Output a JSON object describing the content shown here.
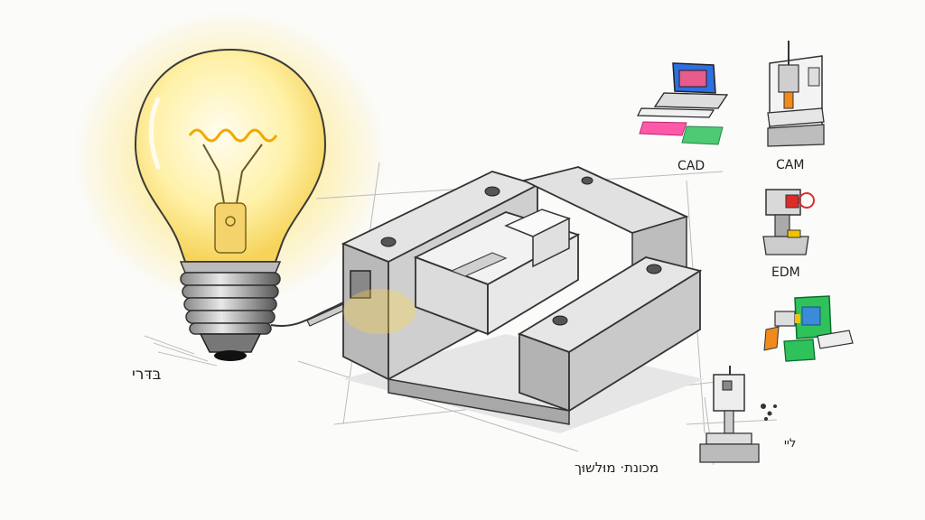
{
  "labels": {
    "cad": "CAD",
    "cam": "CAM",
    "edm": "EDM",
    "bulb_caption": "בּדּרי",
    "machine_caption": "מכונת· מוּלשוּך",
    "small_caption": "ליי"
  },
  "colors": {
    "background": "#fbfbfa",
    "bulb_glow": "#ffe46b",
    "filament": "#f2a900",
    "pencil": "#333333",
    "mold_body": "#d9d9d9",
    "cad_blue": "#2f6fe0",
    "cad_pink": "#ff3d9a",
    "cad_green": "#2fc25b",
    "cam_orange": "#f08a1c",
    "edm_red": "#e02a2a",
    "chip_blue": "#3a8bd9",
    "chip_yellow": "#f2c200"
  },
  "icons": [
    "light-bulb-icon",
    "mold-block-icon",
    "cad-workstation-icon",
    "cam-machine-icon",
    "edm-machine-icon",
    "computer-components-icon",
    "drill-press-icon"
  ]
}
